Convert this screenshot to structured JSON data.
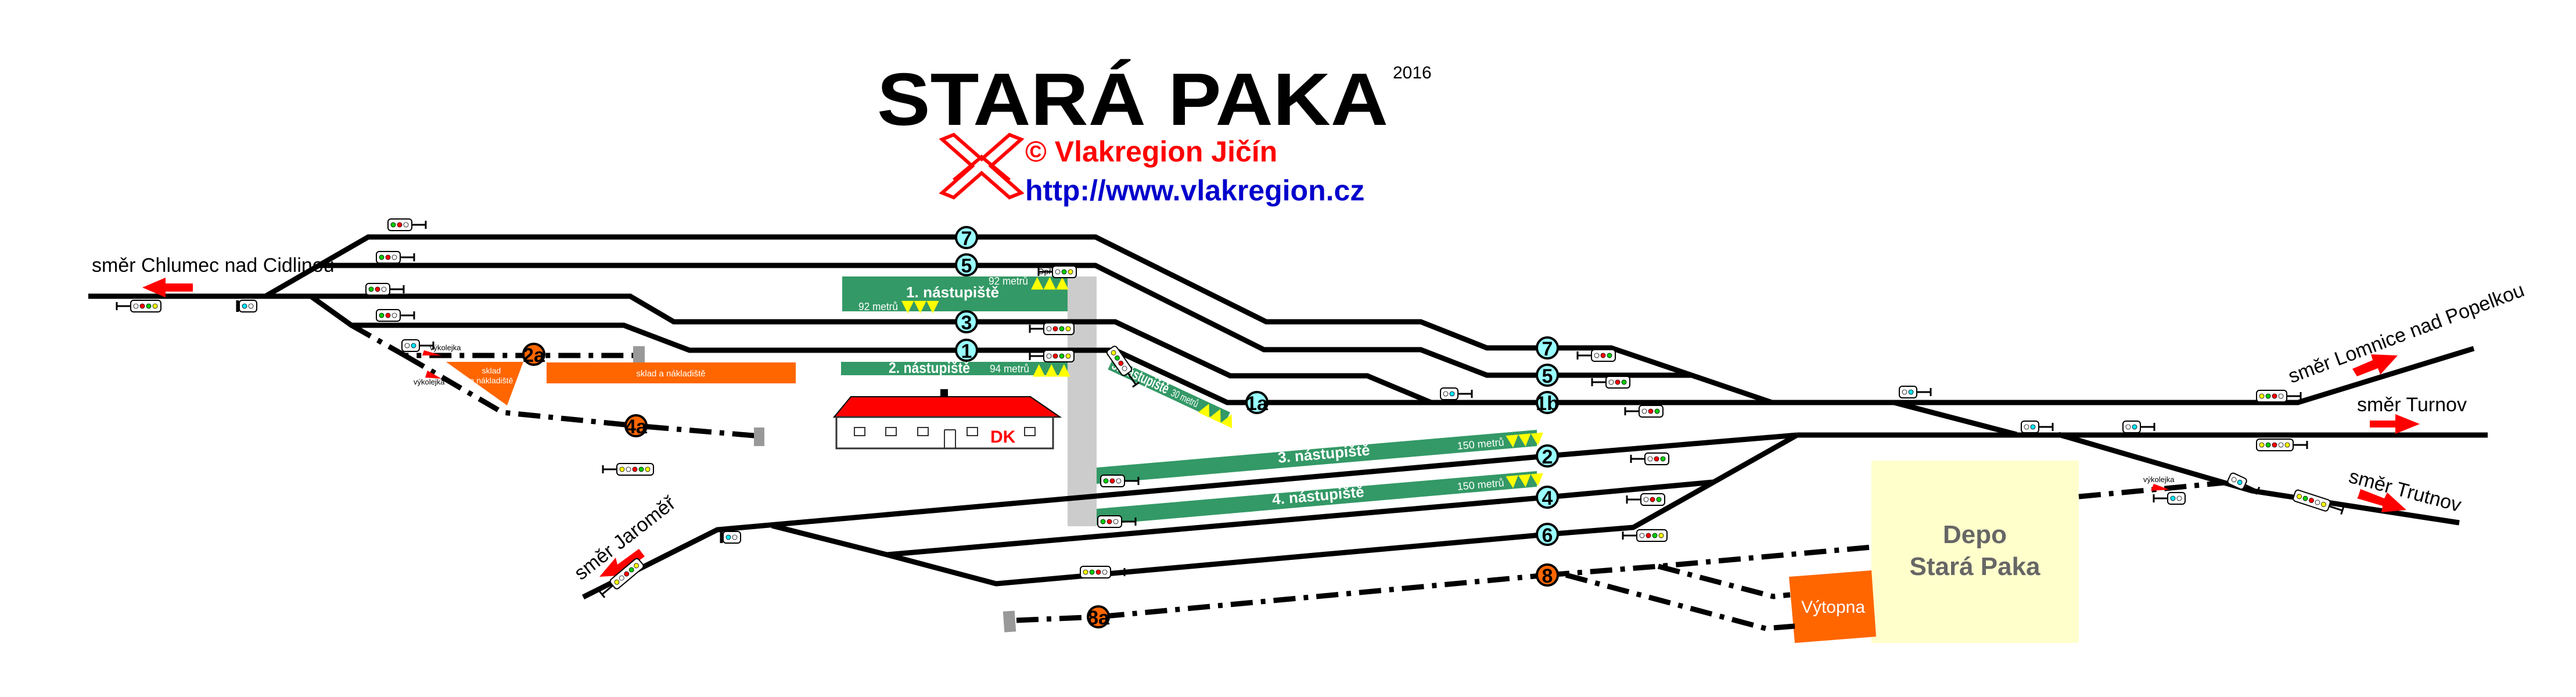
{
  "title": {
    "name": "STARÁ PAKA",
    "year": "2016",
    "copyright": "© Vlakregion Jičín",
    "url": "http://www.vlakregion.cz"
  },
  "directions": {
    "chlumec": "směr Chlumec nad Cidlinou",
    "jaromer": "směr Jaroměř",
    "lomnice": "směr Lomnice nad Popelkou",
    "turnov": "směr Turnov",
    "trutnov": "směr Trutnov"
  },
  "tracks": {
    "t7": "7",
    "t5": "5",
    "t3": "3",
    "t1": "1",
    "t1a": "1a",
    "t1b": "1b",
    "t2": "2",
    "t4": "4",
    "t6": "6",
    "t7r": "7",
    "t5r": "5"
  },
  "sidings": {
    "s2a": "2a",
    "s4a": "4a",
    "s8": "8",
    "s8a": "8a"
  },
  "platforms": {
    "p1": {
      "label": "1. nástupiště",
      "length_top": "92 metrů",
      "length_bottom": "92 metrů"
    },
    "p2": {
      "label": "2. nástupiště",
      "length": "94 metrů"
    },
    "p3_short": {
      "label": "3. nástupiště",
      "length": "30 metrů"
    },
    "p3": {
      "label": "3. nástupiště",
      "length": "150 metrů"
    },
    "p4": {
      "label": "4. nástupiště",
      "length": "150 metrů"
    }
  },
  "icons": {
    "triangles_up": "▲▲▲",
    "triangles_down": "▼▼▼"
  },
  "buildings": {
    "station": "DK",
    "storage_small": [
      "sklad",
      "a nákladiště"
    ],
    "storage_large": "sklad a nákladiště",
    "depot": [
      "Depo",
      "Stará Paka"
    ],
    "engine_shed": "Výtopna"
  },
  "labels": {
    "derail": "výkolejka",
    "opr": "Opř"
  },
  "colors": {
    "platform": "#339966",
    "marker": "#ffff00",
    "siding": "#ff6600",
    "track_circle": "#99ffff",
    "depot": "#ffffcc",
    "roof": "#ff0000",
    "copyright": "#ff0000",
    "url": "#0000cc",
    "gray_platform": "#cccccc"
  }
}
